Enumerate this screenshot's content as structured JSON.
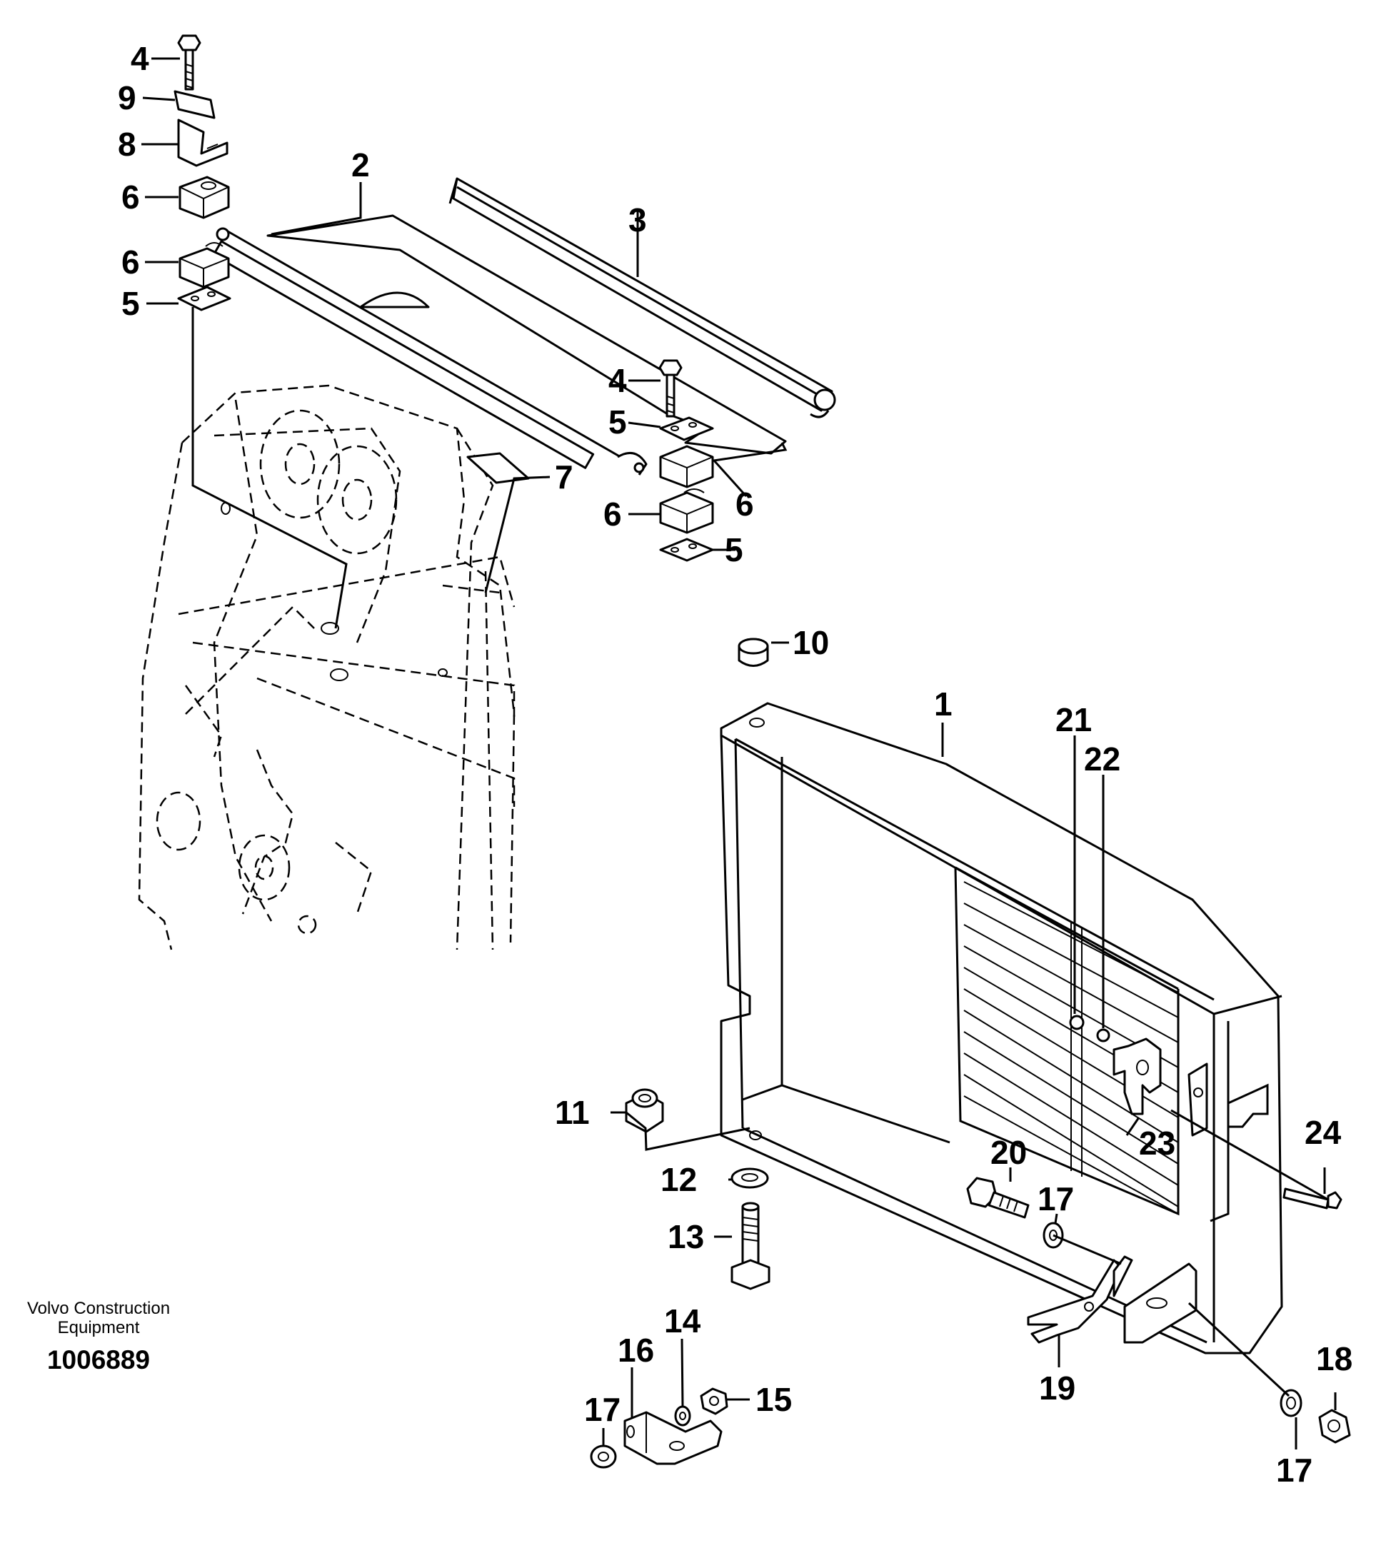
{
  "footer": {
    "brand_line1": "Volvo Construction",
    "brand_line2": "Equipment",
    "drawing_number": "1006889"
  },
  "callouts": {
    "c1": "1",
    "c2": "2",
    "c3": "3",
    "c4a": "4",
    "c4b": "4",
    "c5a": "5",
    "c5b": "5",
    "c5c": "5",
    "c6a": "6",
    "c6b": "6",
    "c6c": "6",
    "c6d": "6",
    "c7": "7",
    "c8": "8",
    "c9": "9",
    "c10": "10",
    "c11": "11",
    "c12": "12",
    "c13": "13",
    "c14": "14",
    "c15": "15",
    "c16": "16",
    "c17a": "17",
    "c17b": "17",
    "c17c": "17",
    "c18": "18",
    "c19": "19",
    "c20": "20",
    "c21": "21",
    "c22": "22",
    "c23": "23",
    "c24": "24"
  }
}
